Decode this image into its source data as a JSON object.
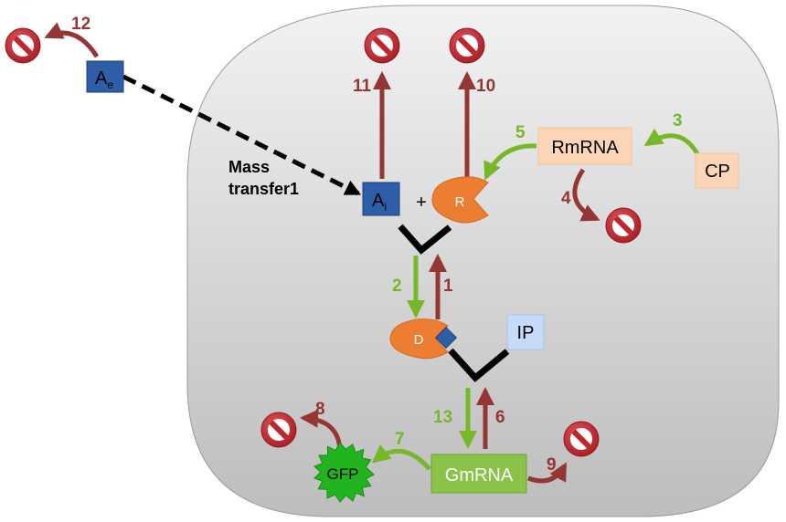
{
  "cell": {
    "fill_top": "#f2f2f2",
    "fill_bottom": "#bfbfbf"
  },
  "nodes": {
    "ae": {
      "base": "A",
      "sub": "e"
    },
    "ai": {
      "base": "A",
      "sub": "i"
    },
    "plus": "+",
    "r": "R",
    "d": "D",
    "rmrna": "RmRNA",
    "cp": "CP",
    "ip": "IP",
    "gmrna": "GmRNA",
    "gfp": "GFP"
  },
  "mass_transfer": {
    "line1": "Mass",
    "line2": "transfer1"
  },
  "reactions": {
    "r1": "1",
    "r2": "2",
    "r3": "3",
    "r4": "4",
    "r5": "5",
    "r6": "6",
    "r7": "7",
    "r8": "8",
    "r9": "9",
    "r10": "10",
    "r11": "11",
    "r12": "12",
    "r13": "13"
  },
  "colors": {
    "degradation": "#943634",
    "production": "#77b82a",
    "inducer": "#2e5ea8",
    "protein": "#ed7d31",
    "mrna_light": "#fbd5b5",
    "ip_box": "#c6dbf7",
    "gmrna_box": "#8bc34a",
    "gfp": "#22b41f",
    "null_symbol": "#c0272d"
  }
}
